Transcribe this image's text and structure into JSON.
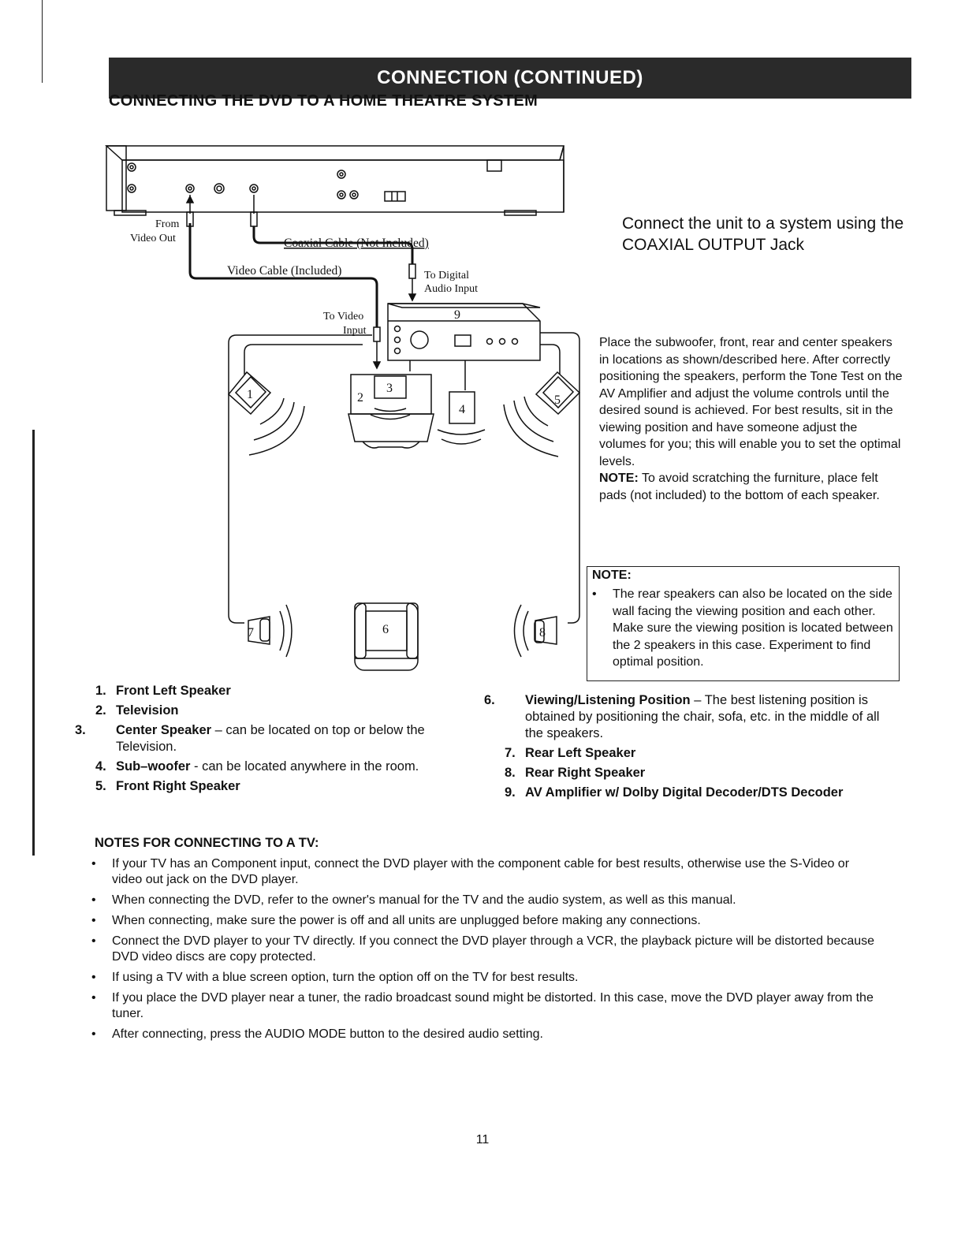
{
  "header": {
    "banner_title": "CONNECTION (CONTINUED)",
    "subheading": "CONNECTING THE DVD TO A HOME THEATRE SYSTEM"
  },
  "diagram": {
    "labels": {
      "from_video_out_1": "From",
      "from_video_out_2": "Video Out",
      "coaxial_cable": "Coaxial Cable (Not Included)",
      "video_cable": "Video Cable (Included)",
      "to_digital_1": "To Digital",
      "to_digital_2": "Audio Input",
      "to_video_1": "To Video",
      "to_video_2": "Input"
    },
    "numbers": [
      "1",
      "2",
      "3",
      "4",
      "5",
      "6",
      "7",
      "8",
      "9"
    ]
  },
  "connect_text": "Connect the unit to a system using the COAXIAL OUTPUT Jack",
  "placement_text": "Place the subwoofer, front, rear and center speakers in locations as shown/described here. After correctly positioning the speakers, perform the Tone Test on the AV Amplifier and adjust the volume controls until the desired sound is achieved. For best results, sit in the viewing position and have someone adjust the volumes for you; this will enable you to set the optimal levels.",
  "placement_note_label": "NOTE:",
  "placement_note_text": " To avoid scratching the furniture, place felt pads (not included) to the bottom of each speaker.",
  "note_box": {
    "heading": "NOTE:",
    "bullet": "•",
    "text": "The rear speakers can also be located on the side wall facing the viewing position and each other. Make sure the viewing position is located between the 2 speakers in this case. Experiment to find optimal position."
  },
  "legend_left": [
    {
      "num": "1.",
      "name": "Front Left Speaker",
      "desc": ""
    },
    {
      "num": "2.",
      "name": "Television",
      "desc": ""
    },
    {
      "num": "3.",
      "name": "Center Speaker",
      "desc": " – can be located on top or below the Television."
    },
    {
      "num": "4.",
      "name": "Sub–woofer",
      "desc": " - can be located anywhere in the room."
    },
    {
      "num": "5.",
      "name": "Front Right Speaker",
      "desc": ""
    }
  ],
  "legend_right": [
    {
      "num": "6.",
      "name": "Viewing/Listening Position",
      "desc": " – The best listening position is obtained by positioning the chair, sofa, etc. in the middle of all the speakers."
    },
    {
      "num": "7.",
      "name": "Rear Left Speaker",
      "desc": ""
    },
    {
      "num": "8.",
      "name": "Rear Right Speaker",
      "desc": ""
    },
    {
      "num": "9.",
      "name": "AV Amplifier w/ Dolby Digital Decoder/DTS Decoder",
      "desc": ""
    }
  ],
  "notes": {
    "title": "NOTES FOR CONNECTING TO A TV:",
    "bullet": "•",
    "items": [
      "If your TV has an Component input, connect the DVD player with the component cable for best results, otherwise use the S-Video or video out jack on the DVD player.",
      "When connecting the DVD, refer to the owner's manual for the TV and the audio system, as well as this manual.",
      "When connecting, make sure the power is off and all units are unplugged before making any connections.",
      "Connect the DVD player to your TV directly. If you connect the DVD player through a VCR, the playback picture will be distorted because DVD video discs are copy protected.",
      "If using a TV with a blue screen option, turn the option off on the TV for best results.",
      "If you place the DVD player near a tuner, the radio broadcast sound might be distorted. In this case, move the DVD player away from the tuner.",
      "After connecting, press the AUDIO MODE button to the desired audio setting."
    ]
  },
  "page_number": "11"
}
